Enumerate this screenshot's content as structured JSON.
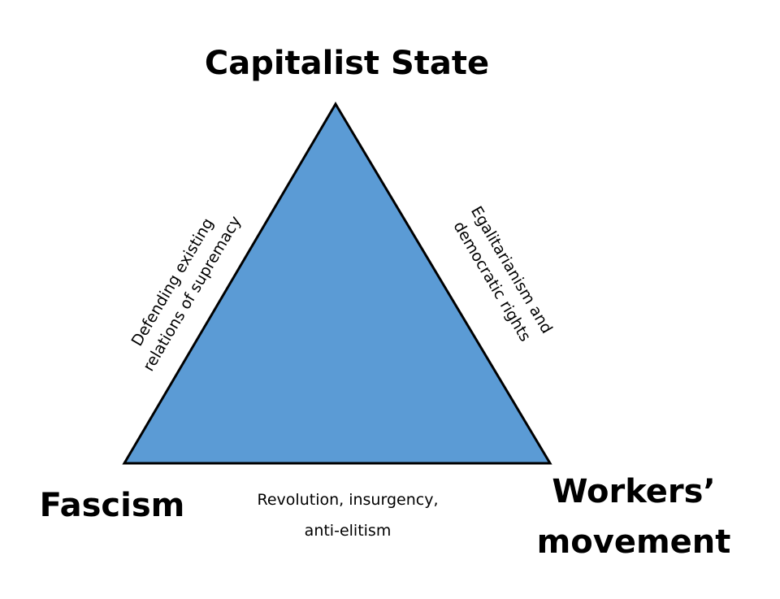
{
  "nodes": {
    "top": "Capitalist State",
    "left": "Fascism",
    "right_line1": "Workers’",
    "right_line2": "movement"
  },
  "edges": {
    "left_line1": "Defending existing",
    "left_line2": "relations of supremacy",
    "right_line1": "Egalitarianism and",
    "right_line2": "democratic rights",
    "bottom_line1": "Revolution, insurgency,",
    "bottom_line2": "anti-elitism"
  },
  "colors": {
    "triangle_fill": "#5b9bd5",
    "outline": "#000000"
  }
}
